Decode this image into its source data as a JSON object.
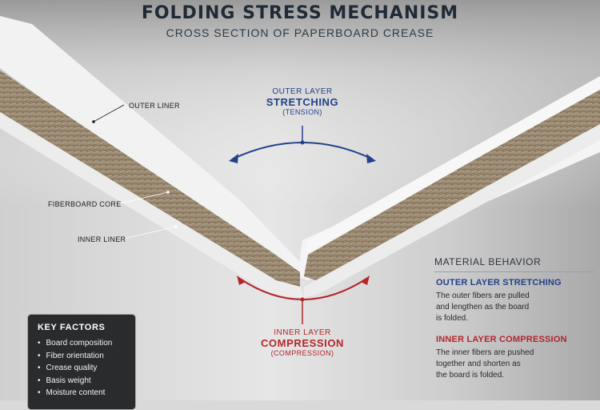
{
  "header": {
    "title": "FOLDING STRESS MECHANISM",
    "subtitle": "CROSS SECTION OF PAPERBOARD CREASE"
  },
  "labels": {
    "outer_liner": "OUTER LINER",
    "fiberboard_core": "FIBERBOARD CORE",
    "inner_liner": "INNER LINER"
  },
  "outer_callout": {
    "line1": "OUTER LAYER",
    "line2": "STRETCHING",
    "line3": "(TENSION)",
    "color": "#23418a"
  },
  "inner_callout": {
    "line1": "INNER LAYER",
    "line2": "COMPRESSION",
    "line3": "(COMPRESSION)",
    "color": "#b3262a"
  },
  "key_factors": {
    "title": "KEY FACTORS",
    "items": [
      "Board composition",
      "Fiber orientation",
      "Crease quality",
      "Basis weight",
      "Moisture content"
    ]
  },
  "material_behavior": {
    "title": "MATERIAL BEHAVIOR",
    "outer_heading": "OUTER LAYER STRETCHING",
    "outer_text": "The outer fibers are pulled\nand lengthen as the board\nis folded.",
    "inner_heading": "INNER LAYER COMPRESSION",
    "inner_text": "The inner fibers are pushed\ntogether and shorten as\nthe board is folded."
  }
}
